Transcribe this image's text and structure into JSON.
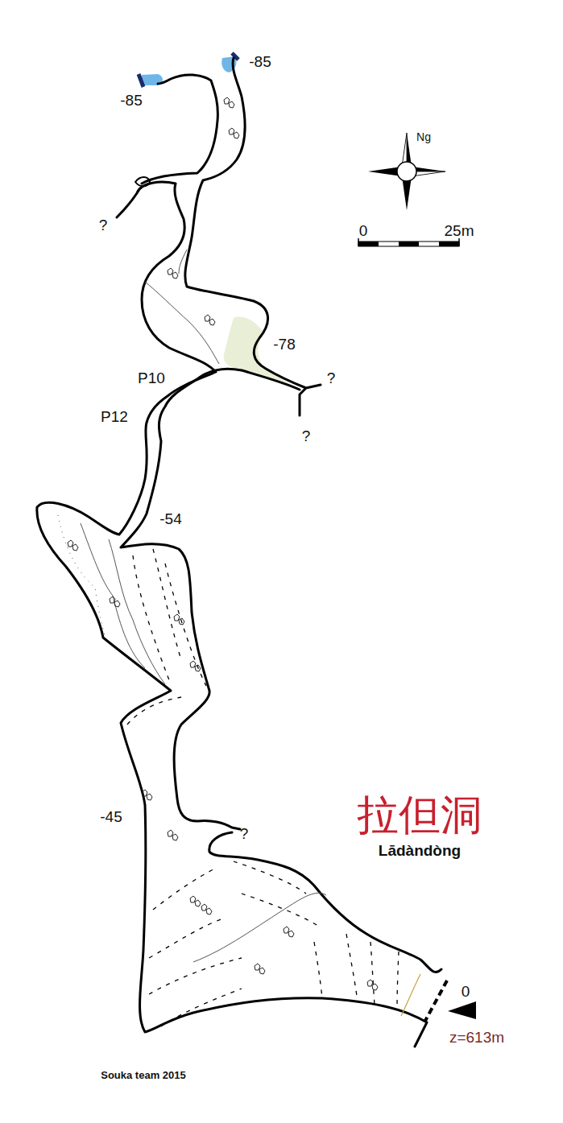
{
  "diagram": {
    "title": "拉但洞",
    "labels": [
      "-85",
      "-85",
      "?",
      "-78",
      "?",
      "?",
      "P10",
      "P12",
      "-54",
      "-45",
      "?",
      "0",
      "z=613m",
      "Ng",
      "0",
      "25m",
      "Souka team 2015",
      "Lādàndòng"
    ]
  }
}
